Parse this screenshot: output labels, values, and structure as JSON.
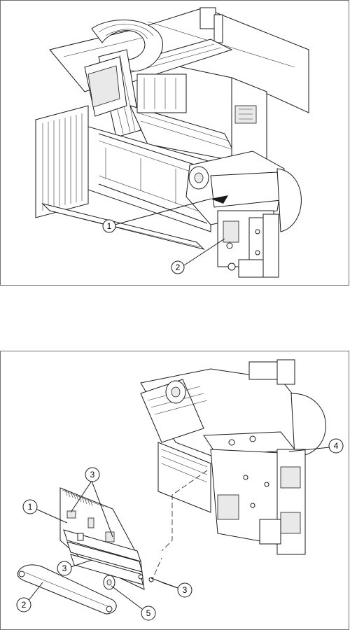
{
  "figure_top": {
    "callouts": [
      {
        "num": "1"
      },
      {
        "num": "2"
      }
    ]
  },
  "figure_bottom": {
    "callouts": [
      {
        "num": "1"
      },
      {
        "num": "2"
      },
      {
        "num": "3"
      },
      {
        "num": "3"
      },
      {
        "num": "3"
      },
      {
        "num": "4"
      },
      {
        "num": "5"
      }
    ]
  },
  "colors": {
    "line": "#1a1a1a",
    "border": "#6f6f6f",
    "background": "#ffffff"
  }
}
